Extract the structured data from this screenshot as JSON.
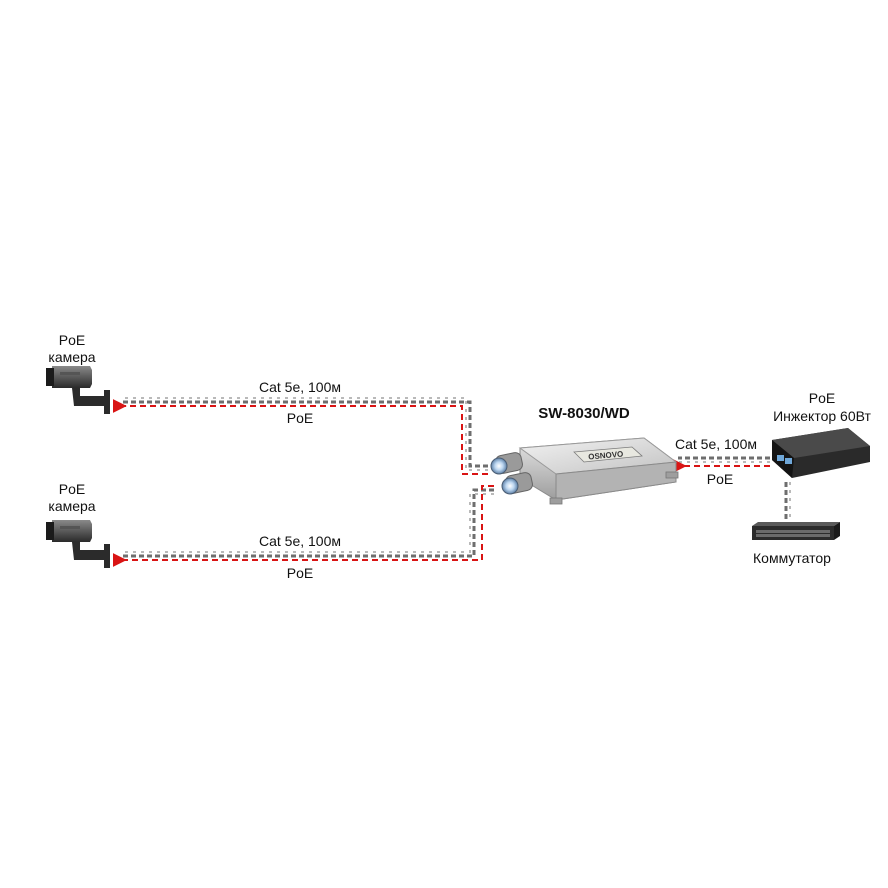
{
  "colors": {
    "poe_line": "#d91414",
    "cable_main": "#6e6e6e",
    "cable_light": "#b9b9b9",
    "device_body": "#c9c9c9",
    "device_dark": "#1c1c1c"
  },
  "cameras": [
    {
      "label_line1": "PoE",
      "label_line2": "камера",
      "icon": "cctv-camera-icon"
    },
    {
      "label_line1": "PoE",
      "label_line2": "камера",
      "icon": "cctv-camera-icon"
    }
  ],
  "links": {
    "top": {
      "cable": "Cat 5e, 100м",
      "power": "PoE"
    },
    "bottom": {
      "cable": "Cat 5e, 100м",
      "power": "PoE"
    },
    "uplink": {
      "cable": "Cat 5e, 100м",
      "power": "PoE"
    }
  },
  "switch": {
    "model": "SW-8030/WD",
    "icon": "outdoor-switch-icon",
    "face_text": "OSNOVO"
  },
  "injector": {
    "label_line1": "PoE",
    "label_line2": "Инжектор 60Вт",
    "icon": "poe-injector-icon"
  },
  "commutator": {
    "label": "Коммутатор",
    "icon": "network-switch-icon"
  }
}
